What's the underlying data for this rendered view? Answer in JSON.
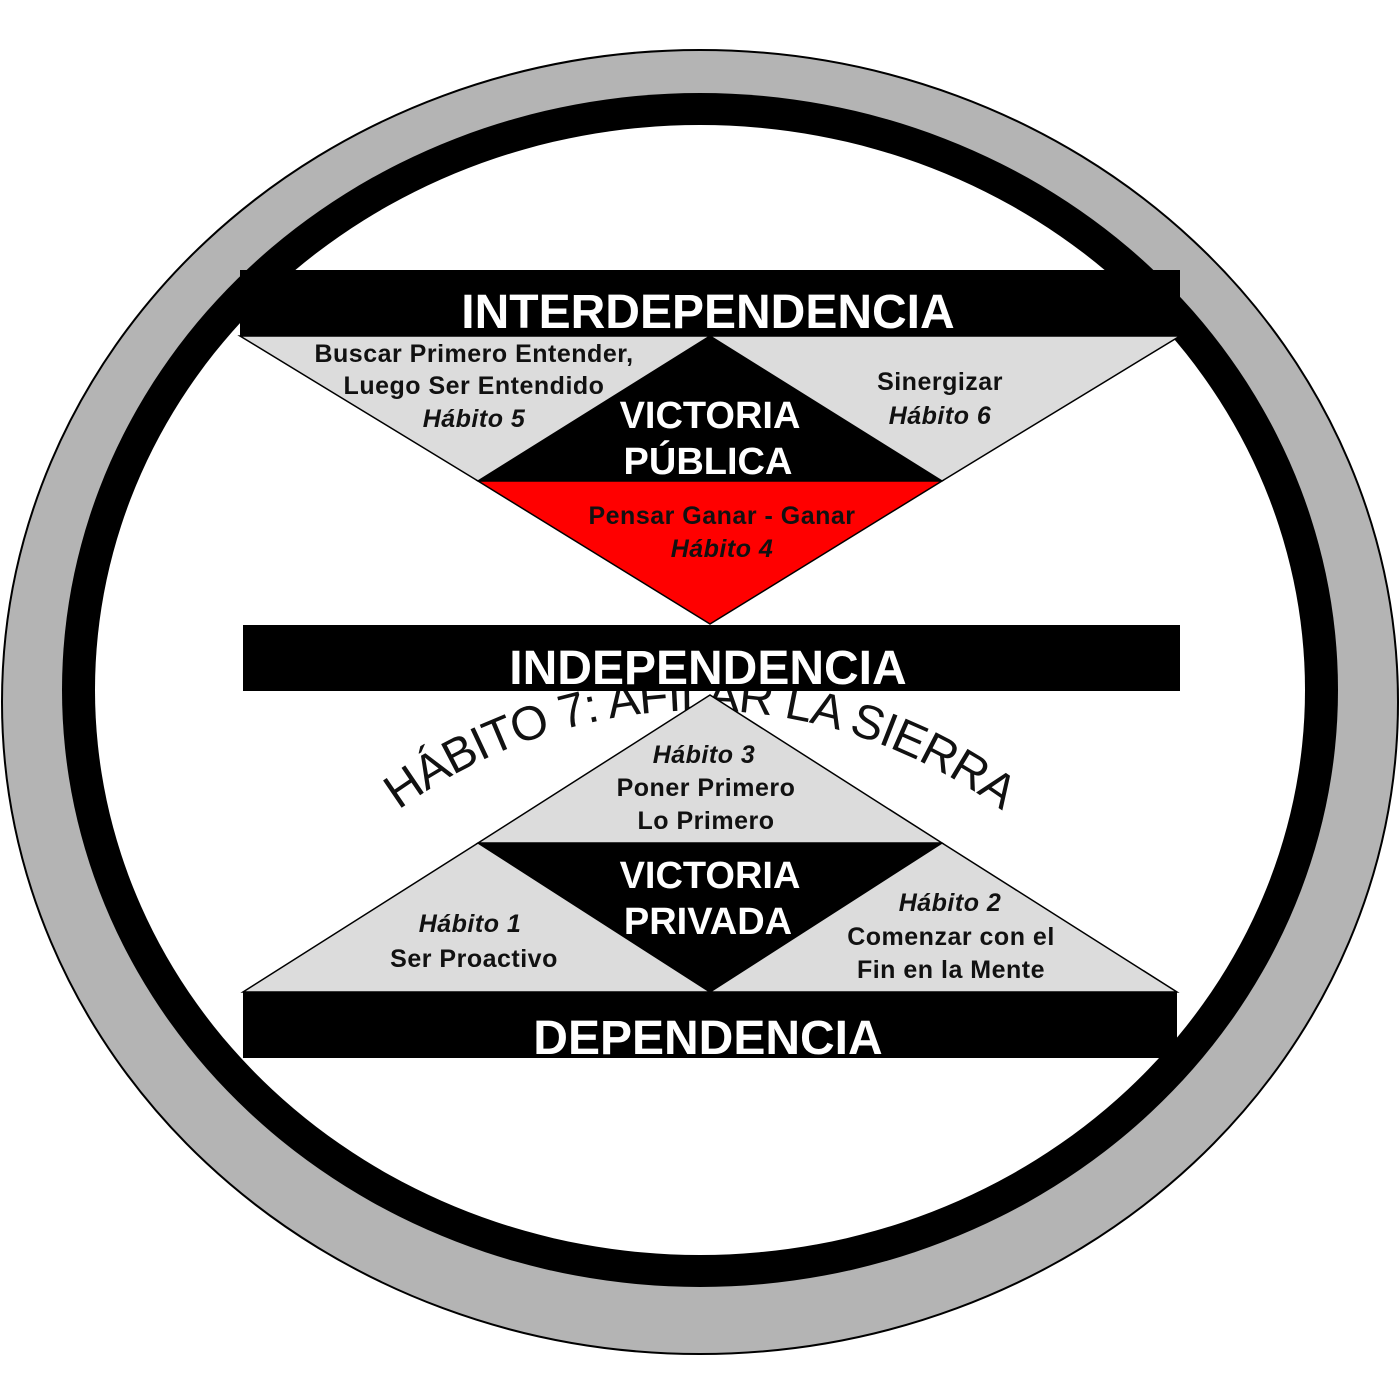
{
  "ring_title": "HÁBITO 7: AFILAR LA SIERRA",
  "colors": {
    "ring": "#b4b4b4",
    "black": "#000000",
    "wedge": "#dcdcdc",
    "red": "#ff0000",
    "white": "#ffffff"
  },
  "bars": {
    "interdependencia": "INTERDEPENDENCIA",
    "independencia": "INDEPENDENCIA",
    "dependencia": "DEPENDENCIA"
  },
  "public_victory": {
    "line1": "VICTORIA",
    "line2": "PÚBLICA",
    "habit5": {
      "line1": "Buscar Primero Entender,",
      "line2": "Luego Ser Entendido",
      "habit": "Hábito 5"
    },
    "habit6": {
      "line1": "Sinergizar",
      "habit": "Hábito 6"
    },
    "habit4": {
      "line1": "Pensar Ganar - Ganar",
      "habit": "Hábito 4"
    }
  },
  "private_victory": {
    "line1": "VICTORIA",
    "line2": "PRIVADA",
    "habit3": {
      "habit": "Hábito 3",
      "line1": "Poner Primero",
      "line2": "Lo Primero"
    },
    "habit1": {
      "habit": "Hábito 1",
      "line1": "Ser Proactivo"
    },
    "habit2": {
      "habit": "Hábito 2",
      "line1": "Comenzar con el",
      "line2": "Fin en la Mente"
    }
  }
}
